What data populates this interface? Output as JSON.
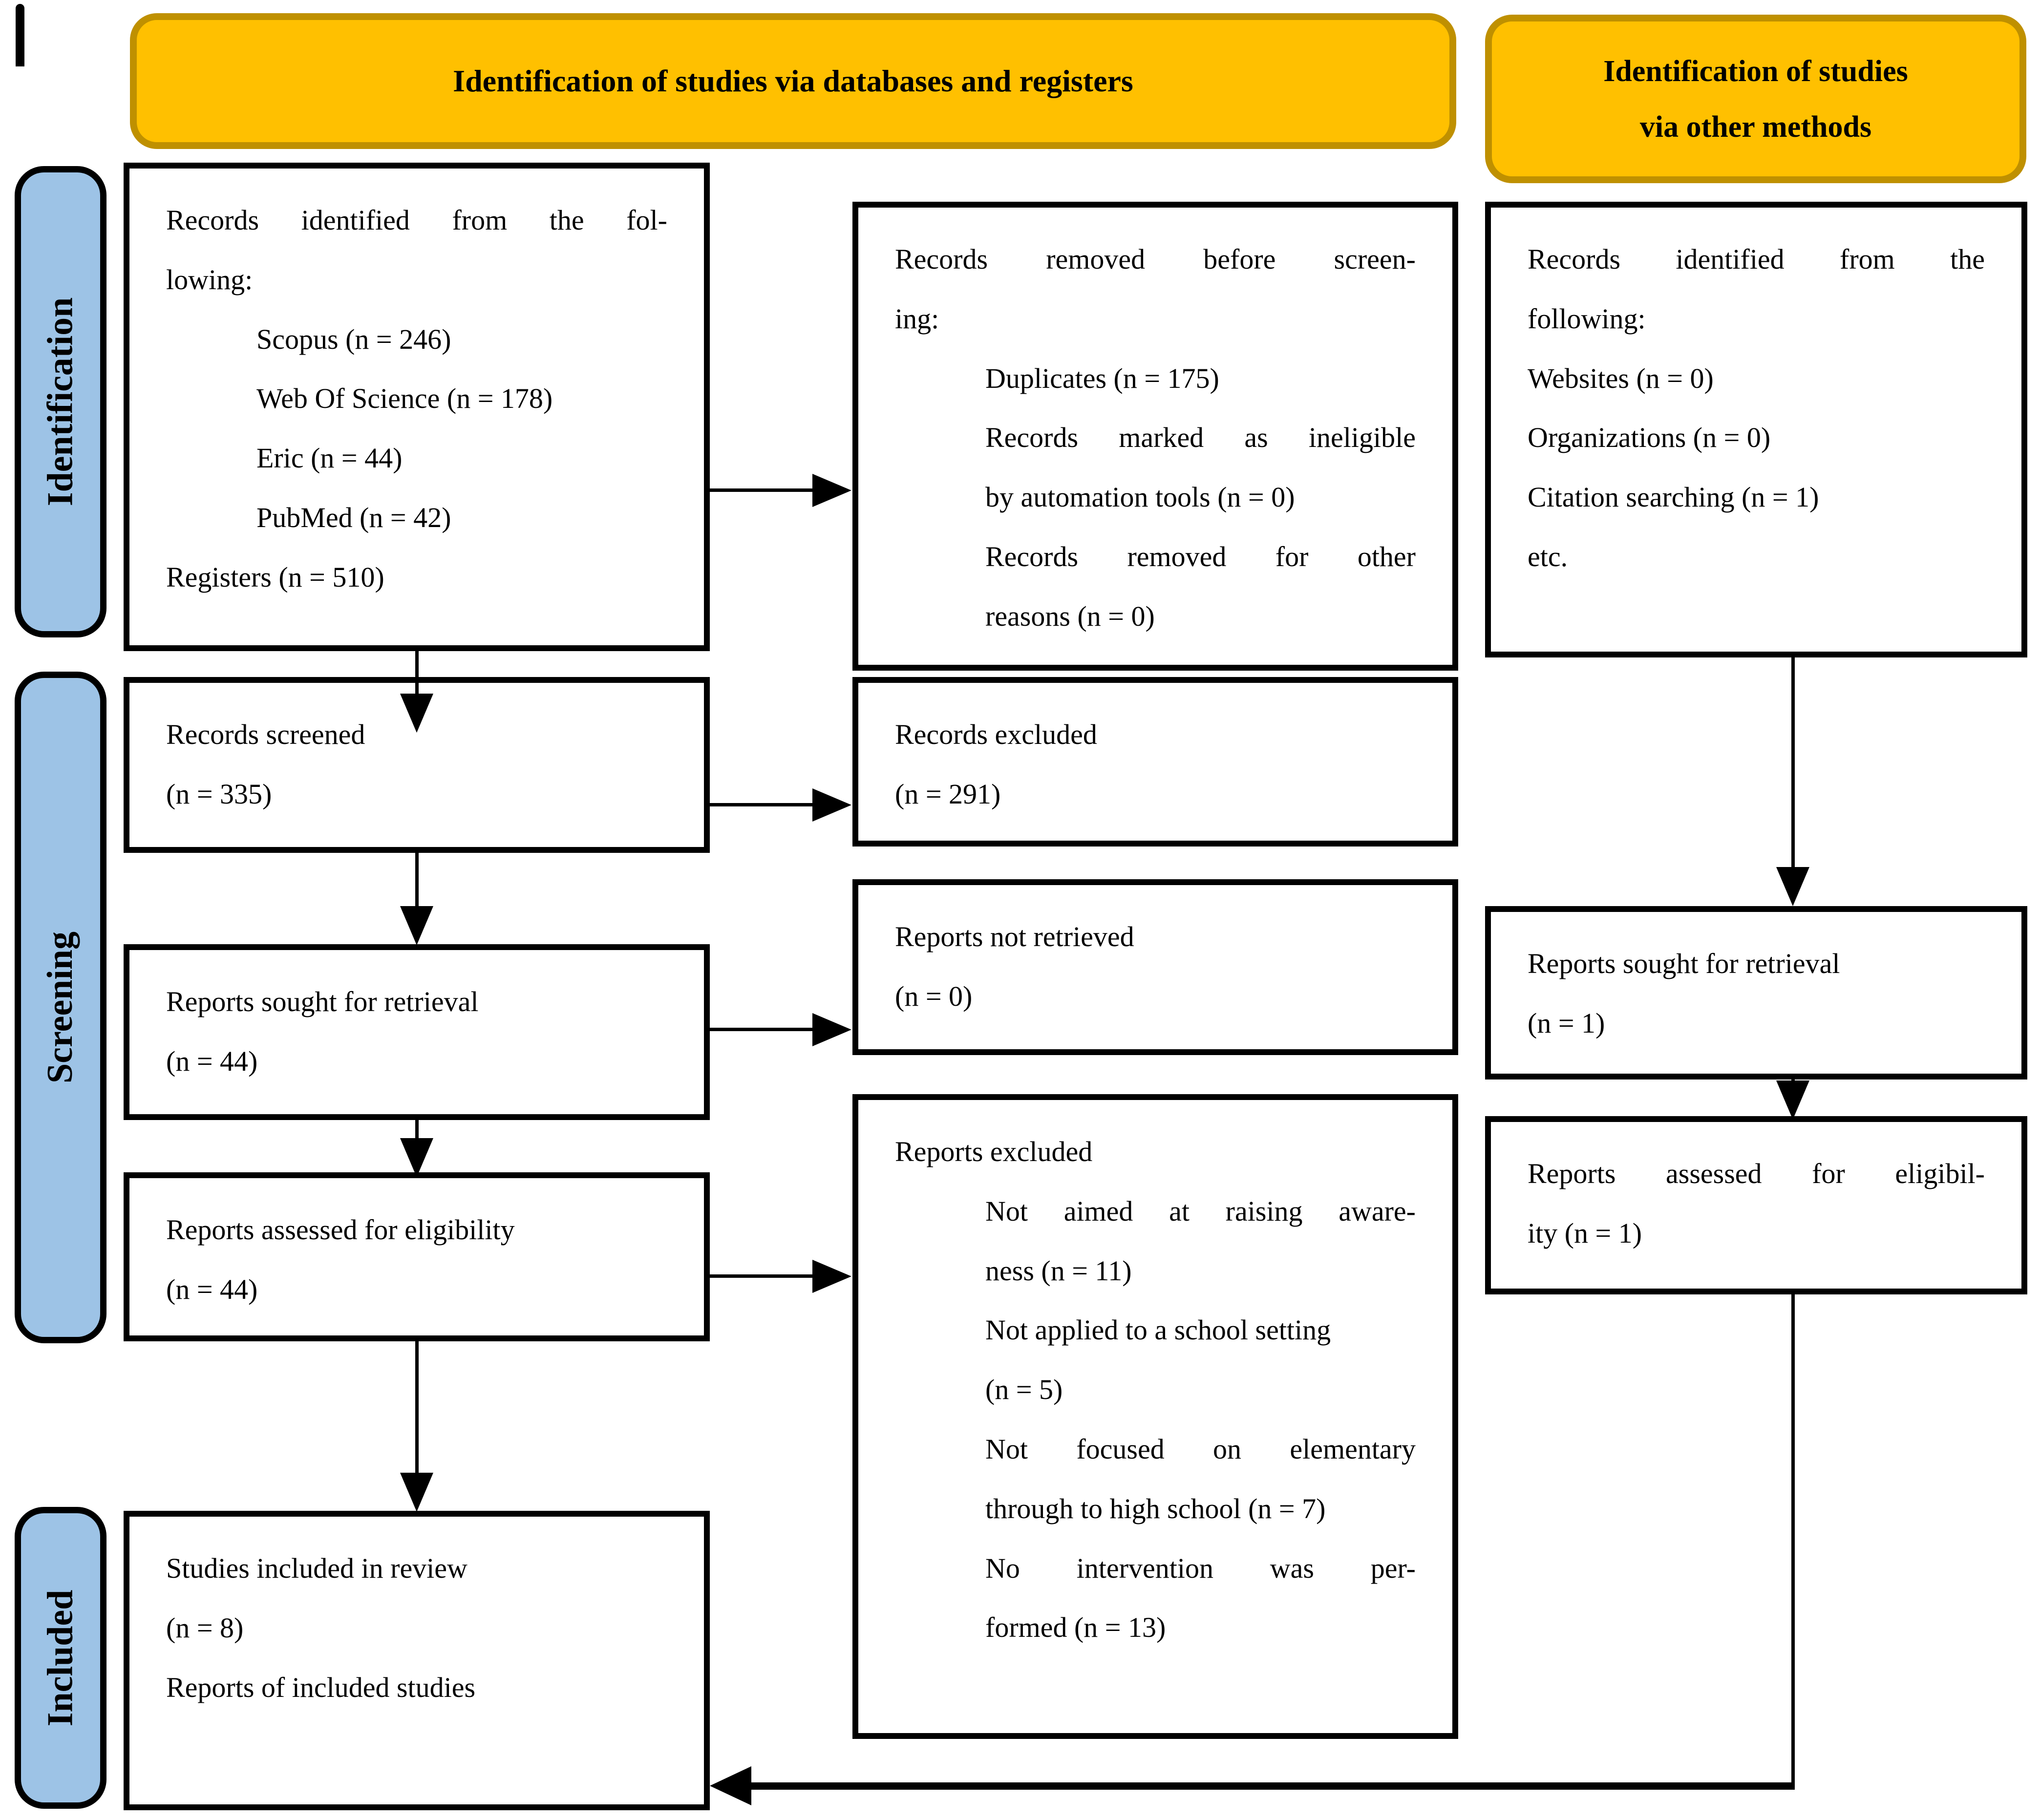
{
  "banners": {
    "left": "Identification of studies via databases and registers",
    "right": [
      "Identification of studies",
      "via other methods"
    ]
  },
  "side_labels": {
    "identification": "Identification",
    "screening": "Screening",
    "included": "Included"
  },
  "colors": {
    "banner_fill": "#FFC000",
    "banner_border": "#BF9000",
    "label_fill": "#9DC3E6",
    "line_color": "#000000"
  },
  "boxes": {
    "records_identified_db": {
      "lines": [
        {
          "text": "Records identified from the fol-",
          "justify": true
        },
        {
          "text": "lowing:"
        },
        {
          "text": "Scopus (n = 246)",
          "indent": true
        },
        {
          "text": "Web Of Science (n = 178)",
          "indent": true
        },
        {
          "text": "Eric (n = 44)",
          "indent": true
        },
        {
          "text": "PubMed (n = 42)",
          "indent": true
        },
        {
          "text": "Registers (n = 510)"
        }
      ]
    },
    "records_removed": {
      "lines": [
        {
          "text": "Records removed before screen-",
          "justify": true
        },
        {
          "text": "ing:"
        },
        {
          "text": "Duplicates (n = 175)",
          "indent": true
        },
        {
          "text": "Records marked as ineligible",
          "indent": true,
          "justify": true
        },
        {
          "text": "by automation tools (n = 0)",
          "indent": true
        },
        {
          "text": "Records removed for other",
          "indent": true,
          "justify": true
        },
        {
          "text": "reasons (n = 0)",
          "indent": true
        }
      ]
    },
    "records_identified_other": {
      "lines": [
        {
          "text": "Records identified from the",
          "justify": true
        },
        {
          "text": "following:"
        },
        {
          "text": "Websites (n = 0)"
        },
        {
          "text": "Organizations (n = 0)"
        },
        {
          "text": "Citation searching (n = 1)"
        },
        {
          "text": "etc."
        }
      ]
    },
    "records_screened": {
      "lines": [
        {
          "text": "Records screened"
        },
        {
          "text": "(n = 335)"
        }
      ]
    },
    "records_excluded": {
      "lines": [
        {
          "text": "Records excluded"
        },
        {
          "text": "(n = 291)"
        }
      ]
    },
    "reports_sought_db": {
      "lines": [
        {
          "text": "Reports sought for retrieval"
        },
        {
          "text": "(n = 44)"
        }
      ]
    },
    "reports_not_retrieved": {
      "lines": [
        {
          "text": "Reports not retrieved"
        },
        {
          "text": "(n = 0)"
        }
      ]
    },
    "reports_assessed_db": {
      "lines": [
        {
          "text": "Reports assessed for eligibility"
        },
        {
          "text": "(n = 44)"
        }
      ]
    },
    "reports_excluded": {
      "lines": [
        {
          "text": "Reports excluded"
        },
        {
          "text": "Not aimed at raising aware-",
          "indent": true,
          "justify": true
        },
        {
          "text": "ness (n = 11)",
          "indent": true
        },
        {
          "text": "Not applied to a school setting",
          "indent": true
        },
        {
          "text": "(n = 5)",
          "indent": true
        },
        {
          "text": "Not focused on elementary",
          "indent": true,
          "justify": true
        },
        {
          "text": "through to high school (n = 7)",
          "indent": true
        },
        {
          "text": "No intervention was per-",
          "indent": true,
          "justify": true
        },
        {
          "text": "formed (n = 13)",
          "indent": true
        }
      ]
    },
    "reports_sought_other": {
      "lines": [
        {
          "text": "Reports sought for retrieval"
        },
        {
          "text": "(n = 1)"
        }
      ]
    },
    "reports_assessed_other": {
      "lines": [
        {
          "text": "Reports assessed for eligibil-",
          "justify": true
        },
        {
          "text": "ity (n = 1)"
        }
      ]
    },
    "studies_included": {
      "lines": [
        {
          "text": "Studies included in review"
        },
        {
          "text": "(n = 8)"
        },
        {
          "text": "Reports of included studies"
        }
      ]
    }
  }
}
